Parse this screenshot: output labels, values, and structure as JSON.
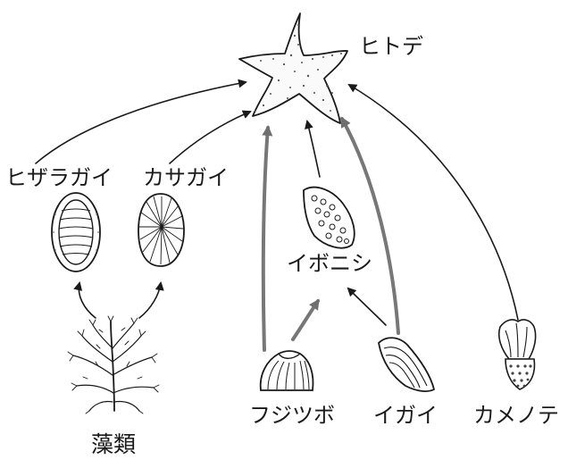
{
  "diagram": {
    "nodes": {
      "starfish": {
        "label": "ヒトデ"
      },
      "chiton": {
        "label": "ヒザラガイ"
      },
      "limpet": {
        "label": "カサガイ"
      },
      "whelk": {
        "label": "イボニシ"
      },
      "barnacle": {
        "label": "フジツボ"
      },
      "mussel": {
        "label": "イガイ"
      },
      "gooseneck": {
        "label": "カメノテ"
      },
      "algae": {
        "label": "藻類"
      }
    },
    "edges": [
      {
        "from": "algae",
        "to": "chiton",
        "weight": "thin"
      },
      {
        "from": "algae",
        "to": "limpet",
        "weight": "thin"
      },
      {
        "from": "chiton",
        "to": "starfish",
        "weight": "thin"
      },
      {
        "from": "limpet",
        "to": "starfish",
        "weight": "thin"
      },
      {
        "from": "barnacle",
        "to": "starfish",
        "weight": "thick"
      },
      {
        "from": "whelk",
        "to": "starfish",
        "weight": "thin"
      },
      {
        "from": "mussel",
        "to": "starfish",
        "weight": "thick"
      },
      {
        "from": "gooseneck",
        "to": "starfish",
        "weight": "thin"
      },
      {
        "from": "barnacle",
        "to": "whelk",
        "weight": "thick"
      },
      {
        "from": "mussel",
        "to": "whelk",
        "weight": "thin"
      }
    ],
    "colors": {
      "ink": "#1a1a1a",
      "thick_arrow": "#7a7a7a",
      "paper": "#ffffff"
    }
  }
}
